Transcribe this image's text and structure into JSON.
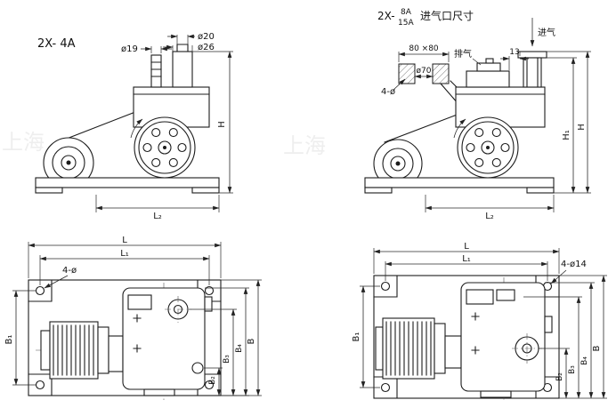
{
  "colors": {
    "ink": "#1c1c1c",
    "dim": "#2a2a2a",
    "watermark": "#ececec"
  },
  "watermark": {
    "text": "上海"
  },
  "view_a": {
    "title": "2X- 4A",
    "dims": {
      "d19": "ø19",
      "d20": "ø20",
      "d26": "ø26",
      "h": "H",
      "l2": "L₂"
    }
  },
  "view_b": {
    "title_prefix": "2X-",
    "model_top": "8A",
    "model_bottom": "15A",
    "title_suffix": "进气口尺寸",
    "dims": {
      "square": "80 ×80",
      "bore": "ø70",
      "holes": "4-ø",
      "exhaust": "排气",
      "offset13": "13",
      "intake": "进气",
      "h1": "H₁",
      "h": "H",
      "l2": "L₂"
    }
  },
  "view_c": {
    "dims": {
      "l": "L",
      "l1": "L₁",
      "holes": "4-ø",
      "b1": "B₁",
      "b2": "B₂",
      "b3": "B₃",
      "b4": "B₄",
      "b": "B"
    }
  },
  "view_d": {
    "dims": {
      "l": "L",
      "l1": "L₁",
      "holes": "4-ø14",
      "b1": "B₁",
      "b2": "B₂",
      "b3": "B₃",
      "b4": "B₄",
      "b": "B"
    }
  }
}
